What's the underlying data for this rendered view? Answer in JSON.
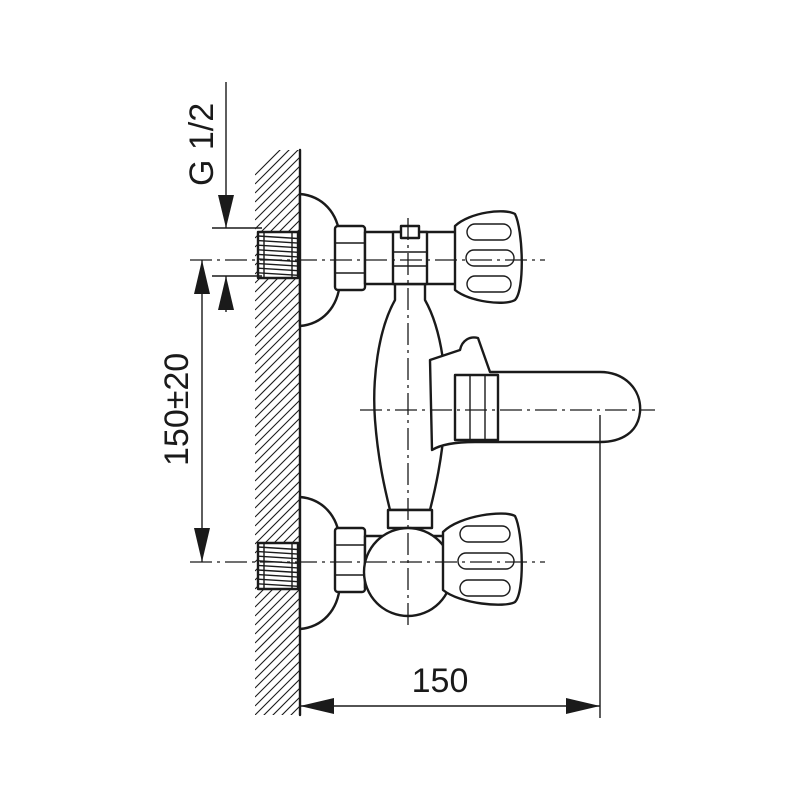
{
  "labels": {
    "thread": "G 1/2",
    "center_distance": "150±20",
    "projection": "150"
  },
  "colors": {
    "line": "#1a1a1a",
    "background": "#ffffff"
  }
}
